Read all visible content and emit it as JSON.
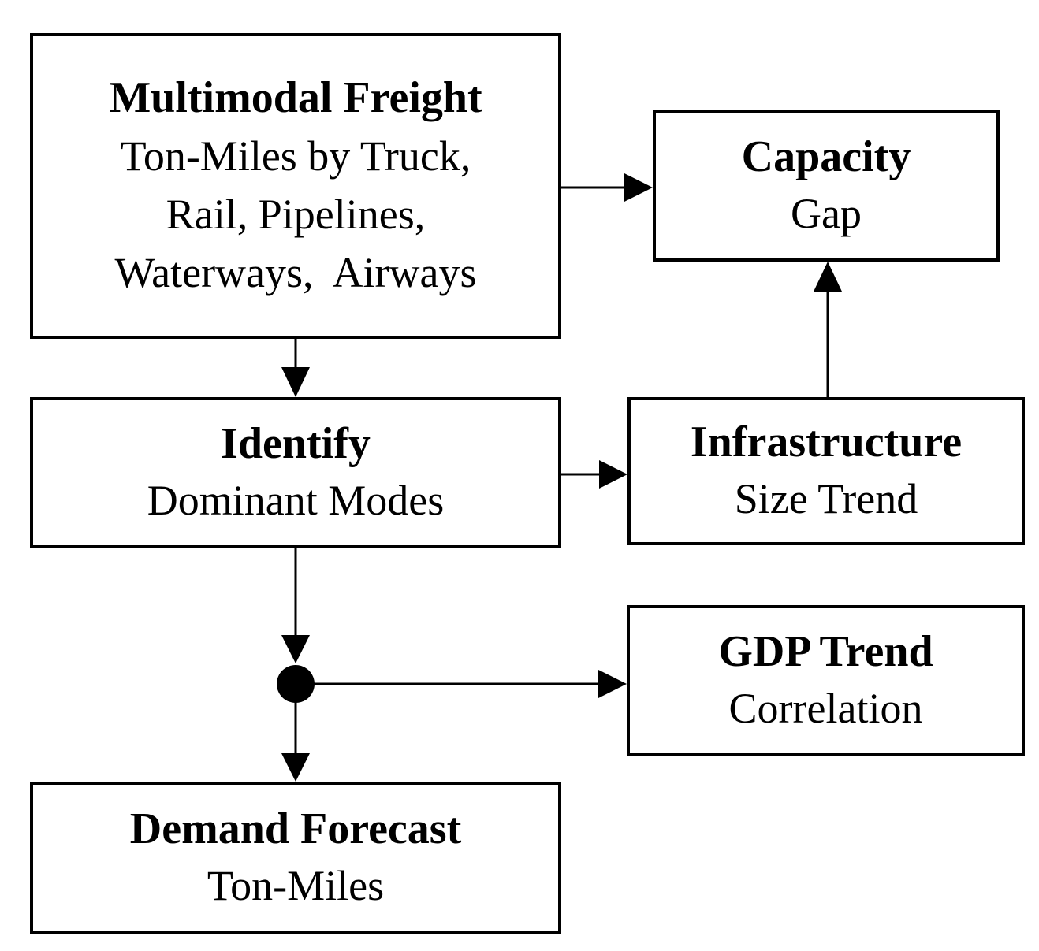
{
  "boxes": {
    "multimodal_freight": {
      "title": "Multimodal Freight",
      "lines": [
        "Ton-Miles by Truck,",
        "Rail, Pipelines,",
        "Waterways,  Airways"
      ]
    },
    "capacity": {
      "title": "Capacity",
      "lines": [
        "Gap"
      ]
    },
    "identify": {
      "title": "Identify",
      "lines": [
        "Dominant Modes"
      ]
    },
    "infrastructure": {
      "title": "Infrastructure",
      "lines": [
        "Size Trend"
      ]
    },
    "gdp_trend": {
      "title": "GDP Trend",
      "lines": [
        "Correlation"
      ]
    },
    "demand_forecast": {
      "title": "Demand Forecast",
      "lines": [
        "Ton-Miles"
      ]
    }
  },
  "connections": [
    {
      "from": "multimodal_freight",
      "to": "capacity"
    },
    {
      "from": "multimodal_freight",
      "to": "identify"
    },
    {
      "from": "identify",
      "to": "infrastructure"
    },
    {
      "from": "infrastructure",
      "to": "capacity"
    },
    {
      "from": "identify",
      "to": "junction"
    },
    {
      "from": "junction",
      "to": "gdp_trend"
    },
    {
      "from": "junction",
      "to": "demand_forecast"
    }
  ],
  "colors": {
    "line": "#000000",
    "background": "#ffffff"
  }
}
